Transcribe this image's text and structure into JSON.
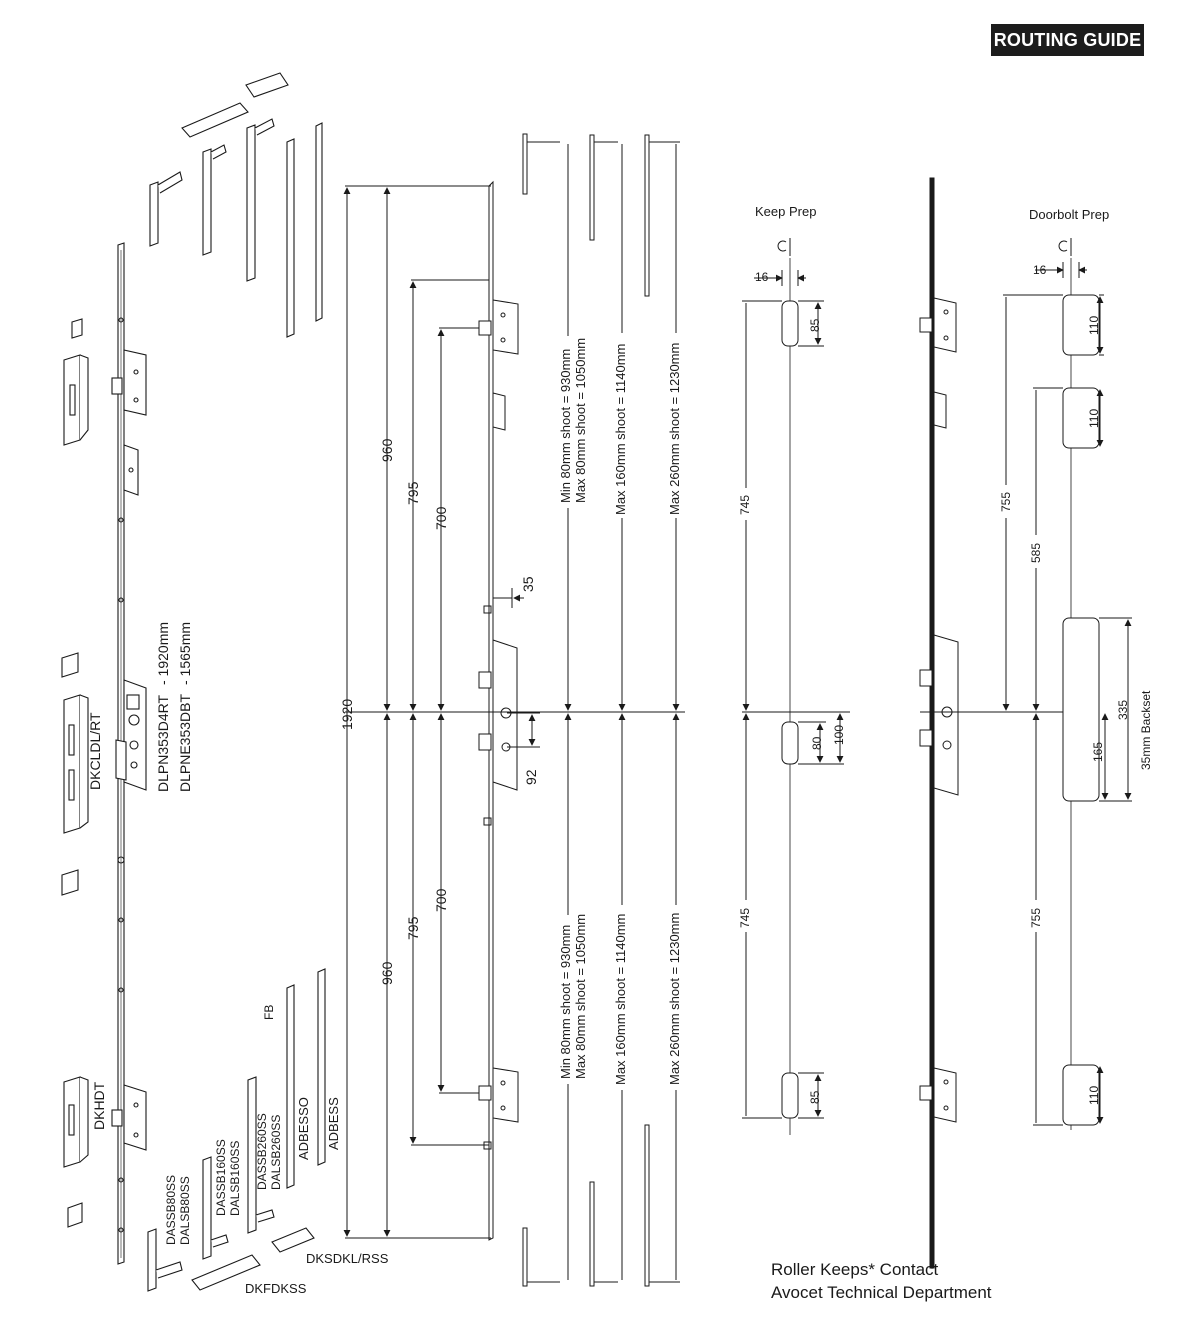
{
  "header": {
    "badge": "ROUTING GUIDE"
  },
  "exploded_parts": {
    "keep_top_code": "DKCLDL/RT",
    "keep_bottom_code": "DKHDT",
    "lock_codes": [
      "DLPN353D4RT",
      "DLPNE353DBT"
    ],
    "lock_lengths": [
      "- 1920mm",
      "- 1565mm"
    ],
    "shootbolts": [
      {
        "codes": [
          "DASSB80SS",
          "DALSB80SS"
        ]
      },
      {
        "codes": [
          "DASSB160SS",
          "DALSB160SS"
        ]
      },
      {
        "codes": [
          "DASSB260SS",
          "DALSB260SS"
        ]
      }
    ],
    "extensions": [
      "ADBESSO",
      "ADBESS"
    ],
    "fb_label": "FB",
    "strike_codes": [
      "DKSDKL/RSS",
      "DKFDKSS"
    ]
  },
  "lock_dims": {
    "total_height": "1920",
    "top_dims": [
      "960",
      "795",
      "700"
    ],
    "bottom_dims": [
      "960",
      "795",
      "700"
    ],
    "backset": "35",
    "centres": "92",
    "shoot_labels_top": [
      "Min 80mm shoot = 930mm",
      "Max 80mm shoot = 1050mm",
      "Max 160mm shoot = 1140mm",
      "Max 260mm shoot = 1230mm"
    ],
    "shoot_labels_bottom": [
      "Min 80mm shoot = 930mm",
      "Max 80mm shoot = 1050mm",
      "Max 160mm shoot = 1140mm",
      "Max 260mm shoot = 1230mm"
    ]
  },
  "keep_prep": {
    "title": "Keep Prep",
    "cl": "CL",
    "width": "16",
    "top_slot": "85",
    "top_dist": "745",
    "mid_slot": "80",
    "mid_dist": "100",
    "bottom_dist": "745",
    "bottom_slot": "85"
  },
  "doorbolt_prep": {
    "title": "Doorbolt Prep",
    "cl": "CL",
    "width": "16",
    "slot_top": "110",
    "slot_second": "110",
    "dist_top": "755",
    "dist_second": "585",
    "big_slot": "335",
    "big_lower": "165",
    "backset_label": "35mm Backset",
    "dist_bottom": "755",
    "slot_bottom": "110"
  },
  "footer": {
    "line1": "Roller Keeps* Contact",
    "line2": "Avocet Technical Department"
  }
}
